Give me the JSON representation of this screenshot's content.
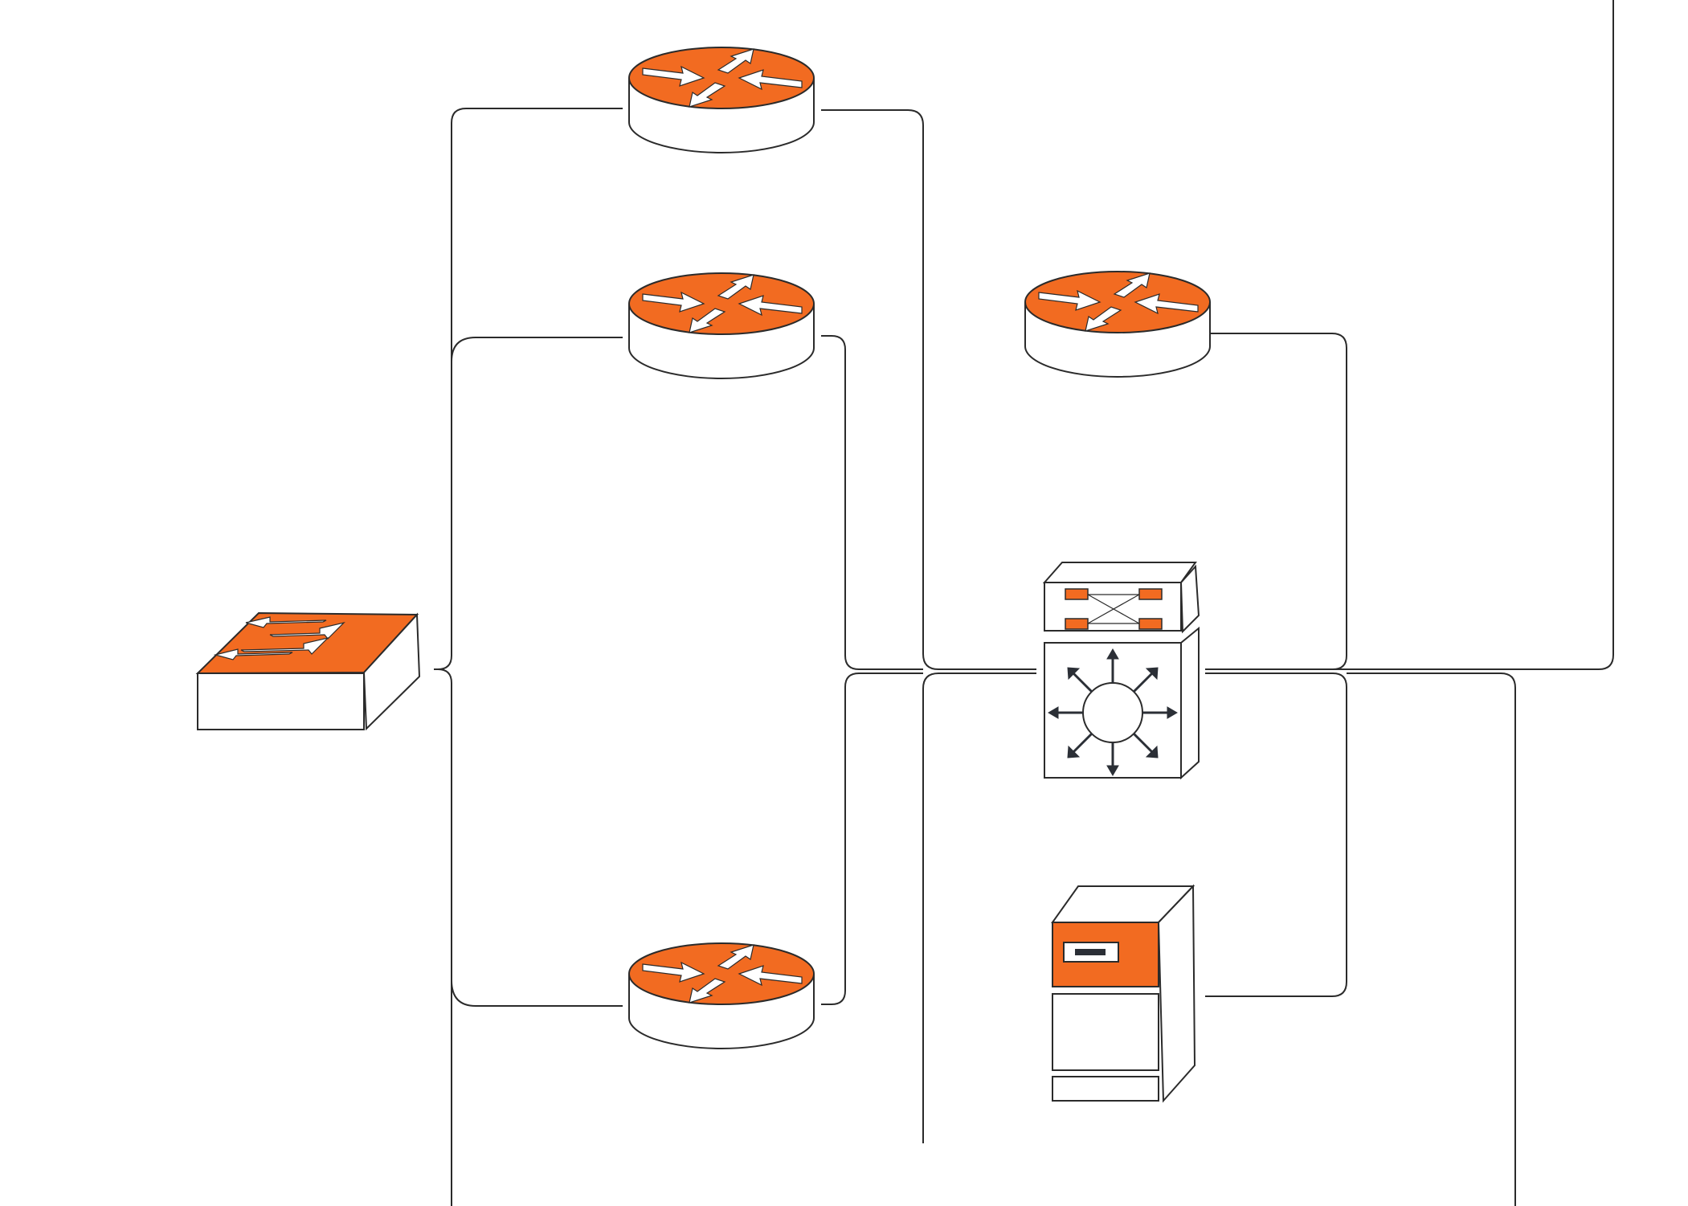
{
  "colors": {
    "accent": "#f26b21",
    "line": "#2b2b2b",
    "background": "#ffffff",
    "dark_arrow": "#2b2f36"
  },
  "devices": [
    {
      "name": "router-top",
      "icon": "router-icon"
    },
    {
      "name": "router-middle",
      "icon": "router-icon"
    },
    {
      "name": "router-bottom",
      "icon": "router-icon"
    },
    {
      "name": "router-right",
      "icon": "router-icon"
    },
    {
      "name": "switch-left",
      "icon": "switch-icon"
    },
    {
      "name": "multilayer-switch-center",
      "icon": "layer3-switch-icon"
    },
    {
      "name": "server-tower",
      "icon": "server-icon"
    }
  ]
}
